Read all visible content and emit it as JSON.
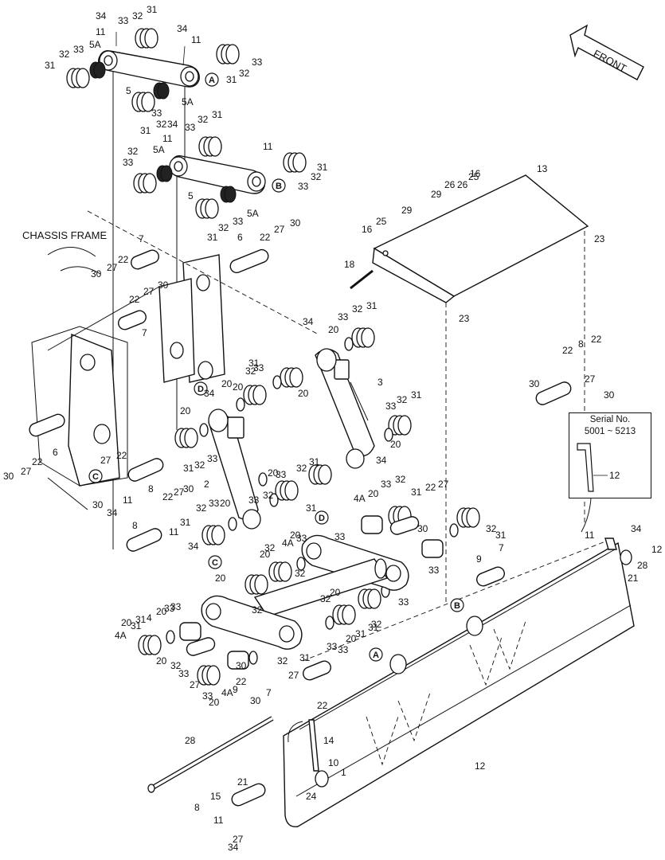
{
  "diagram": {
    "chassis_label": "CHASSIS FRAME",
    "front_label": "FRONT",
    "serial_box": {
      "title": "Serial No.",
      "range": "5001 ~ 5213",
      "part": "12"
    },
    "callouts": [
      "A",
      "B",
      "C",
      "D"
    ],
    "part_labels": [
      "34",
      "11",
      "33",
      "32",
      "31",
      "5A",
      "5",
      "31",
      "32",
      "33",
      "34",
      "11",
      "31",
      "32",
      "33",
      "A",
      "5A",
      "33",
      "31",
      "32",
      "33",
      "32",
      "31",
      "34",
      "11",
      "5A",
      "33",
      "32",
      "11",
      "31",
      "5",
      "B",
      "33",
      "32",
      "33",
      "31",
      "32",
      "5A",
      "CHASSIS",
      "7",
      "6",
      "22",
      "27",
      "30",
      "22",
      "27",
      "30",
      "30",
      "27",
      "22",
      "7",
      "16",
      "25",
      "29",
      "26",
      "16",
      "13",
      "23",
      "23",
      "18",
      "29",
      "26",
      "25",
      "34",
      "33",
      "32",
      "31",
      "20",
      "3",
      "33",
      "32",
      "31",
      "20",
      "34",
      "20",
      "D",
      "20",
      "34",
      "20",
      "31",
      "32",
      "33",
      "20",
      "2",
      "33",
      "32",
      "31",
      "6",
      "22",
      "27",
      "30",
      "C",
      "27",
      "22",
      "30",
      "34",
      "11",
      "8",
      "22",
      "27",
      "30",
      "8",
      "11",
      "34",
      "31",
      "32",
      "33",
      "20",
      "33",
      "32",
      "31",
      "20",
      "33",
      "32",
      "31",
      "4A",
      "20",
      "33",
      "32",
      "31",
      "22",
      "27",
      "30",
      "9",
      "7",
      "32",
      "31",
      "20",
      "33",
      "D",
      "20",
      "33",
      "32",
      "4A",
      "33",
      "32",
      "31",
      "20",
      "C",
      "20",
      "32",
      "33",
      "31",
      "20",
      "31",
      "33",
      "32",
      "20",
      "33",
      "32",
      "20",
      "31",
      "20",
      "32",
      "33",
      "4",
      "4A",
      "33",
      "31",
      "20",
      "32",
      "33",
      "27",
      "30",
      "22",
      "9",
      "4A",
      "20",
      "33",
      "32",
      "31",
      "A",
      "7",
      "27",
      "30",
      "22",
      "14",
      "28",
      "12",
      "10",
      "1",
      "24",
      "21",
      "15",
      "8",
      "11",
      "34",
      "27",
      "30",
      "22",
      "8",
      "22",
      "27",
      "30",
      "11",
      "34",
      "12",
      "28",
      "21",
      "24",
      "15",
      "B"
    ]
  }
}
